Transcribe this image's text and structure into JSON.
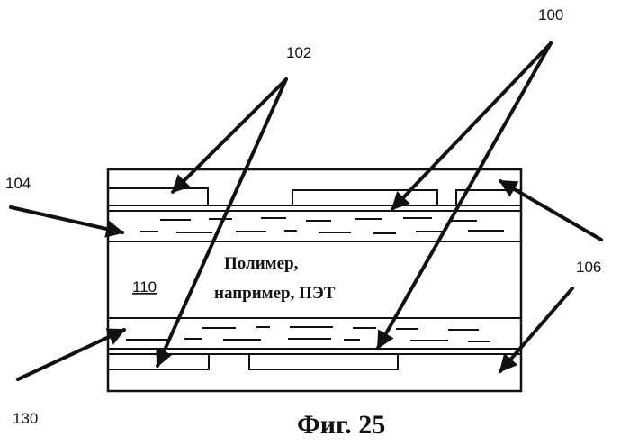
{
  "labels": {
    "l100": "100",
    "l102": "102",
    "l104": "104",
    "l106": "106",
    "l110": "110",
    "l130": "130"
  },
  "material_line1": "Полимер,",
  "material_line2": "например, ПЭТ",
  "caption": "Фиг. 25",
  "colors": {
    "ink": "#111111",
    "background": "#ffffff"
  }
}
